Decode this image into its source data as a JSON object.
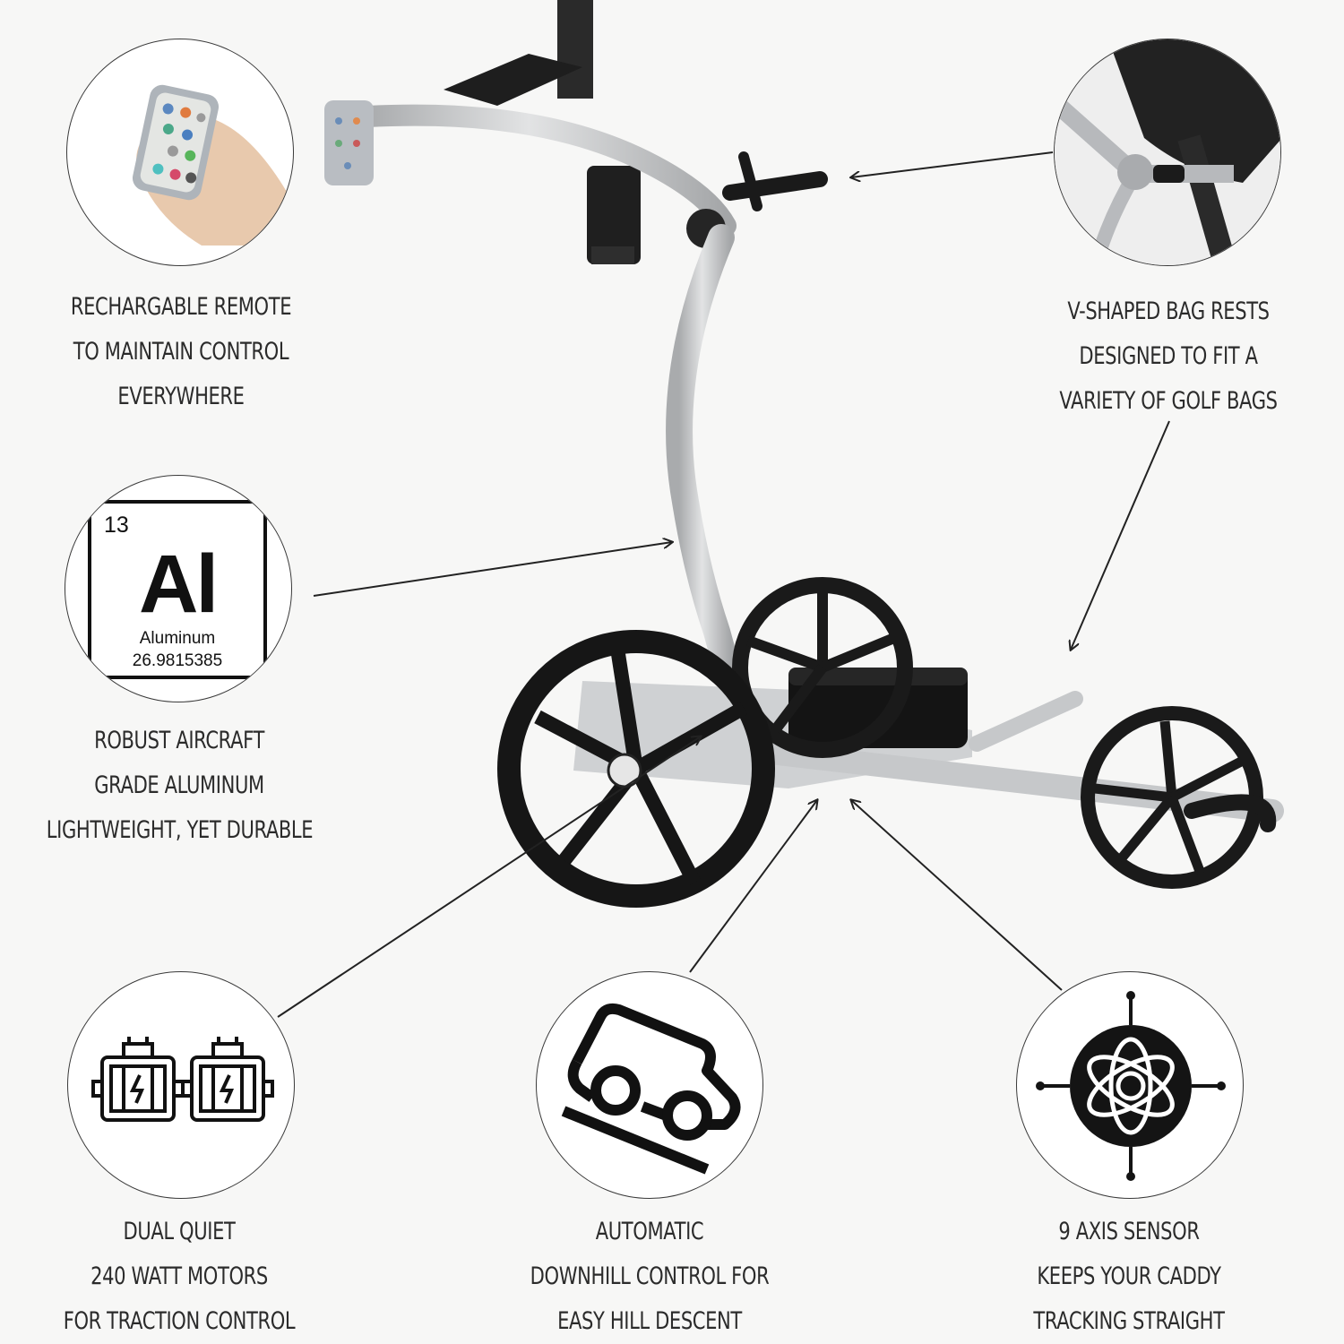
{
  "features": [
    {
      "id": "remote",
      "icon": "remote-control-icon",
      "lines": [
        "RECHARGABLE REMOTE",
        "TO MAINTAIN CONTROL",
        "EVERYWHERE"
      ]
    },
    {
      "id": "bag_rests",
      "icon": "bag-rest-photo-icon",
      "lines": [
        "V-SHAPED BAG RESTS",
        "DESIGNED TO FIT A",
        "VARIETY OF GOLF BAGS"
      ]
    },
    {
      "id": "aluminum",
      "icon": "aluminum-element-icon",
      "lines": [
        "ROBUST AIRCRAFT",
        "GRADE ALUMINUM",
        "LIGHTWEIGHT, YET DURABLE"
      ]
    },
    {
      "id": "motors",
      "icon": "motor-icon",
      "lines": [
        "DUAL QUIET",
        "240 WATT MOTORS",
        "FOR TRACTION CONTROL"
      ]
    },
    {
      "id": "downhill",
      "icon": "downhill-car-icon",
      "lines": [
        "AUTOMATIC",
        "DOWNHILL CONTROL FOR",
        "EASY HILL DESCENT"
      ]
    },
    {
      "id": "sensor",
      "icon": "sensor-atom-icon",
      "lines": [
        "9 AXIS SENSOR",
        "KEEPS YOUR CADDY",
        "TRACKING STRAIGHT"
      ]
    }
  ],
  "element": {
    "number": "13",
    "symbol": "Al",
    "name": "Aluminum",
    "mass": "26.9815385"
  },
  "colors": {
    "background": "#f7f7f6",
    "frame": "#c9cacb",
    "wheel": "#1c1c1c",
    "text": "#2b2b2b"
  }
}
